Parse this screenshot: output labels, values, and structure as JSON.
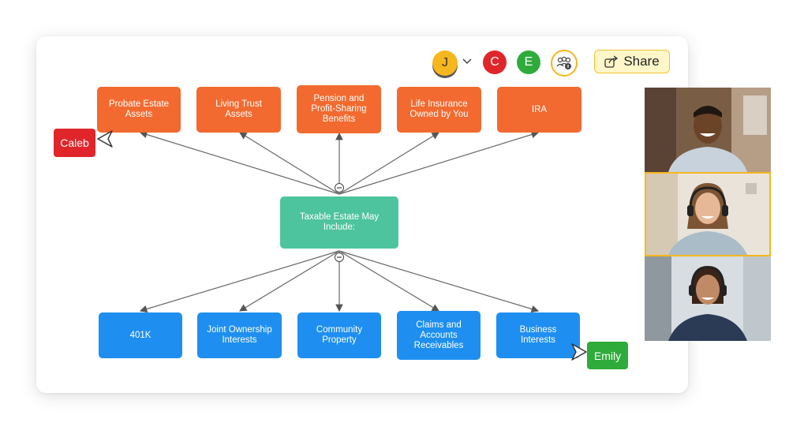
{
  "toolbar": {
    "avatars": [
      "J",
      "C",
      "E"
    ],
    "share_label": "Share",
    "icons": [
      "chevron-down-icon",
      "collaborators-icon",
      "share-icon"
    ]
  },
  "diagram": {
    "top_nodes": [
      "Probate Estate\nAssets",
      "Living Trust\nAssets",
      "Pension and\nProfit-Sharing\nBenefits",
      "Life Insurance\nOwned by You",
      "IRA"
    ],
    "center_node": "Taxable Estate May\nInclude:",
    "bottom_nodes": [
      "401K",
      "Joint Ownership\nInterests",
      "Community\nProperty",
      "Claims and\nAccounts\nReceivables",
      "Business\nInterests"
    ]
  },
  "cursors": {
    "caleb": "Caleb",
    "emily": "Emily"
  },
  "colors": {
    "orange": "#f26a2f",
    "teal": "#4dc49d",
    "blue": "#1e8ff0",
    "red": "#e0262a",
    "green": "#2eab3a",
    "yellow": "#f6b61d"
  }
}
